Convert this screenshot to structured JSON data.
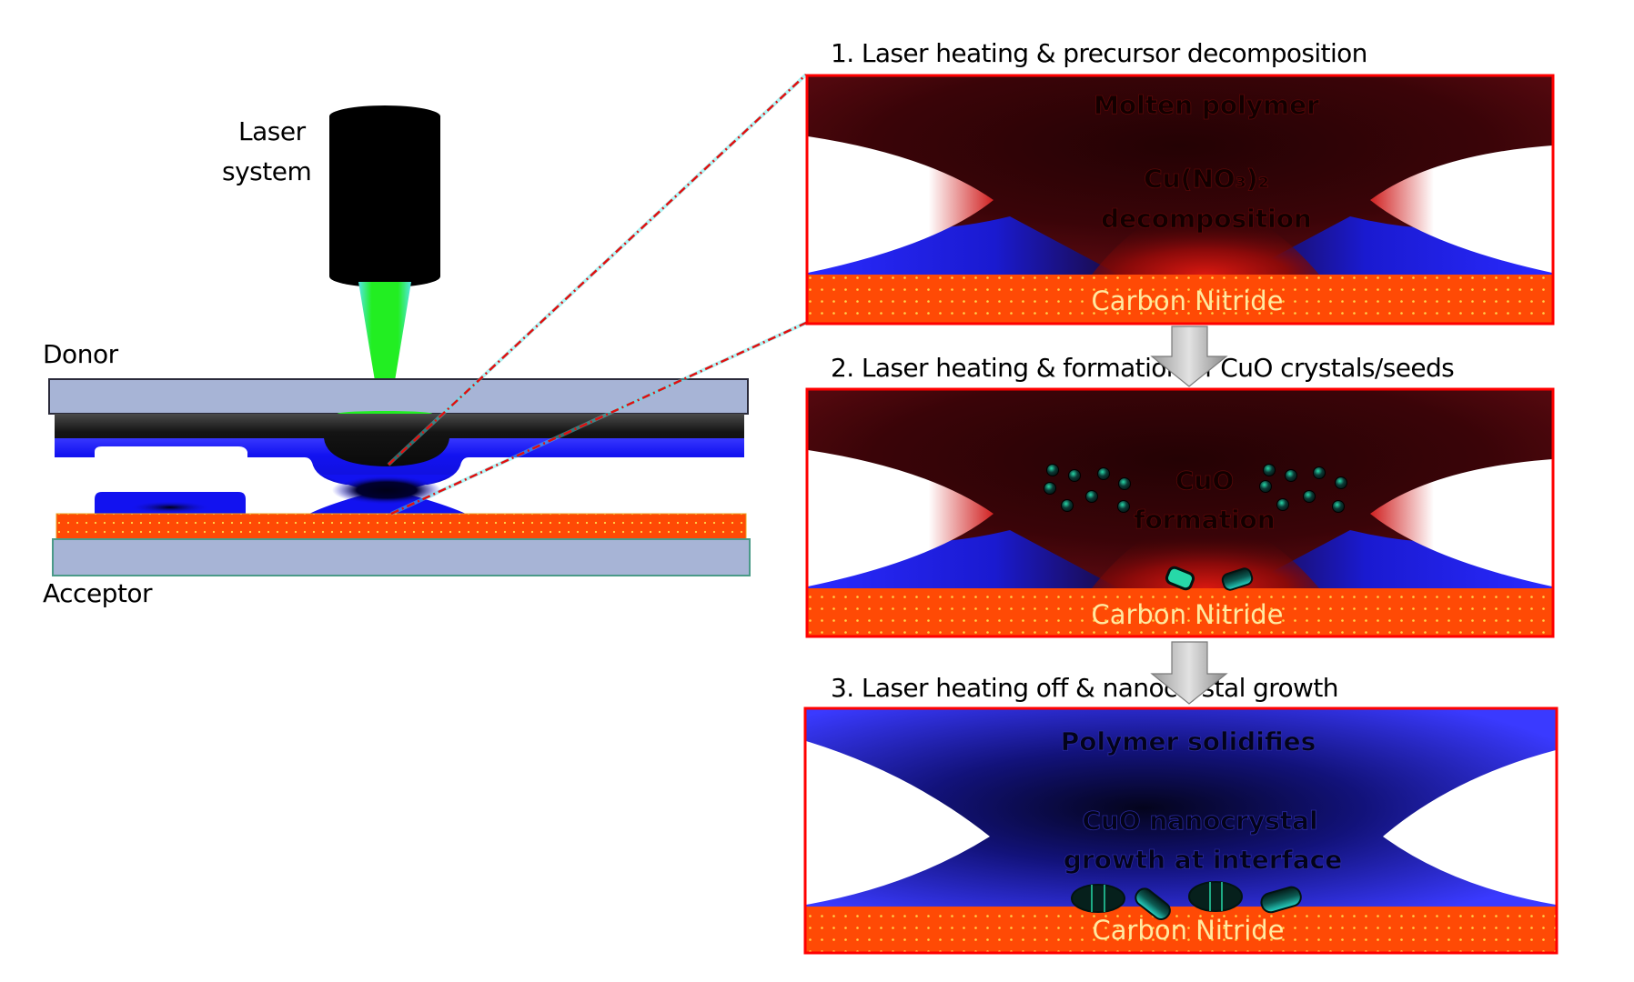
{
  "setup": {
    "laser_label_line1": "Laser",
    "laser_label_line2": "system",
    "donor_label": "Donor",
    "acceptor_label": "Acceptor"
  },
  "panels": [
    {
      "heading": "1. Laser heating & precursor decomposition",
      "theme": "hot",
      "texts": [
        "Molten polymer",
        "Cu(NO₃)₂",
        "decomposition"
      ],
      "substrate_label": "Carbon Nitride"
    },
    {
      "heading": "2. Laser heating & formation of CuO crystals/seeds",
      "theme": "hot",
      "texts": [
        "CuO",
        "formation"
      ],
      "substrate_label": "Carbon Nitride"
    },
    {
      "heading": "3. Laser heating off & nanocrystal growth",
      "theme": "cold",
      "texts": [
        "Polymer solidifies",
        "CuO nanocrystal",
        "growth at interface"
      ],
      "substrate_label": "Carbon Nitride"
    }
  ],
  "colors": {
    "glass": "#a7b4d6",
    "absorber": "#141414",
    "polymer": "#1212f0",
    "carbon_nitride": "#ff4a05",
    "laser_beam": "#22ee22",
    "laser_halo": "#55e6e6",
    "panel_border": "#ff0000",
    "hot_core": "#2a0204",
    "hot_edge": "#c0140e",
    "cold_edge": "#4040ff",
    "cold_core": "#0a0a3a",
    "substrate_text": "#ffe9a0",
    "crystal": "#0c3a36",
    "crystal_highlight": "#27d8a8"
  }
}
